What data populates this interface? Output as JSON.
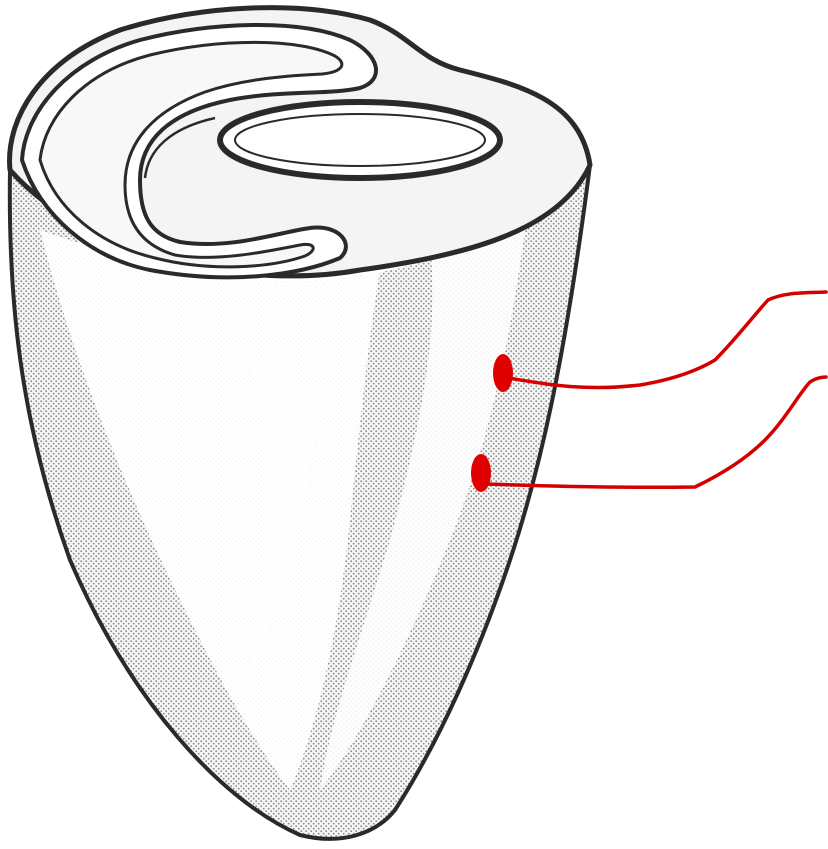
{
  "figure": {
    "subject": "heart-ventricles-cross-section",
    "electrode_count": 2
  },
  "colors": {
    "background": "#ffffff",
    "outline": "#2a2a2a",
    "stipple": "#8a8a8a",
    "surface": "#f4f4f4",
    "electrode": "#e00000",
    "wire": "#d40000"
  },
  "icons": {
    "electrode": "red-dot-electrode",
    "wire": "lead-wire"
  }
}
